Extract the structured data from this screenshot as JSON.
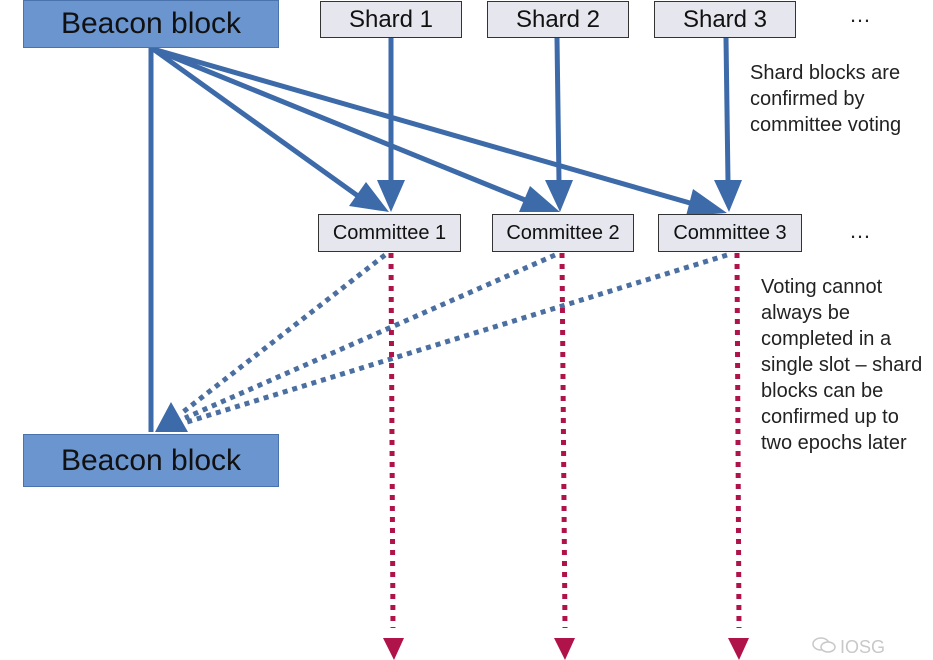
{
  "diagram": {
    "beacon_top": {
      "label": "Beacon block"
    },
    "beacon_bottom": {
      "label": "Beacon block"
    },
    "shards": [
      {
        "label": "Shard 1"
      },
      {
        "label": "Shard 2"
      },
      {
        "label": "Shard 3"
      }
    ],
    "shards_more": "…",
    "committees": [
      {
        "label": "Committee 1"
      },
      {
        "label": "Committee 2"
      },
      {
        "label": "Committee 3"
      }
    ],
    "committees_more": "…",
    "notes": {
      "shard_confirmation": "Shard blocks are confirmed by committee voting",
      "voting_delay": "Voting cannot always be completed in a single slot – shard blocks can be confirmed up to two epochs later"
    },
    "colors": {
      "beacon_fill": "#6b95cf",
      "arrow_blue": "#3d6aa8",
      "dotted_blue": "#4a6fa0",
      "dotted_red": "#b0134a",
      "box_fill": "#e6e6ee"
    },
    "watermark": {
      "icon": "wechat-icon",
      "text": "IOSG"
    }
  }
}
